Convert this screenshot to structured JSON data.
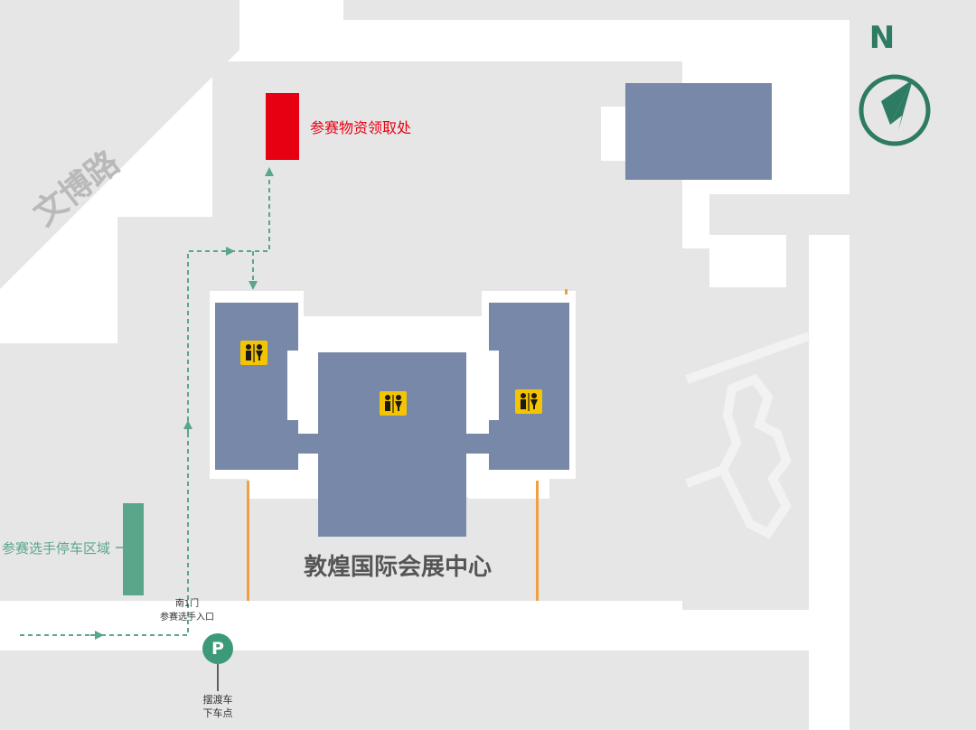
{
  "road_label": "文博路",
  "pickup_label": "参赛物资领取处",
  "venue_label": "敦煌国际会展中心",
  "parking_area_label": "参赛选手停车区域",
  "gate_label": "南1门",
  "entrance_label": "参赛选手入口",
  "shuttle_label_line1": "摆渡车",
  "shuttle_label_line2": "下车点",
  "parking_icon_letter": "P",
  "compass_letter": "N",
  "colors": {
    "building": "#7788a8",
    "road": "#e6e6e6",
    "ground": "#ffffff",
    "pickup": "#e60012",
    "parking_area": "#5aa68a",
    "route": "#5aa68a",
    "compass": "#2e7b64",
    "restroom": "#f5c400",
    "pillar": "#f0a040",
    "venue_text": "#555555"
  },
  "icons": [
    "restroom-icon",
    "parking-icon",
    "compass-icon"
  ]
}
